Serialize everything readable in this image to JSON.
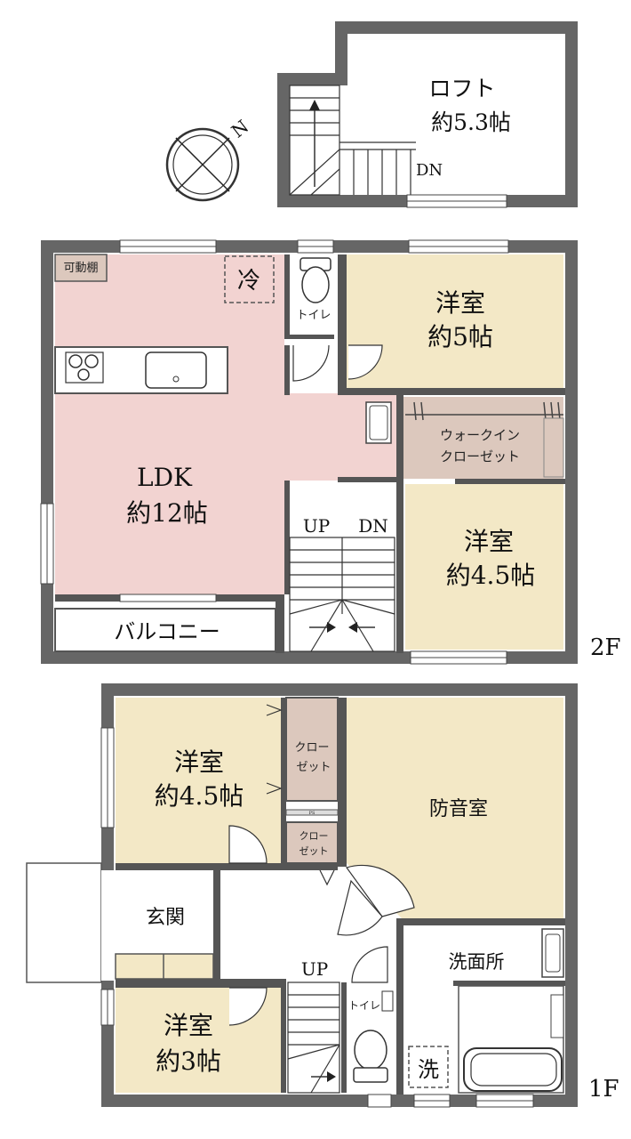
{
  "colors": {
    "wall": "#555555",
    "ldk_floor": "#f2d3d1",
    "room_floor": "#f3e8c6",
    "closet_floor": "#dcc8bd",
    "hall_floor": "#ffffff"
  },
  "compass": {
    "label": "N"
  },
  "loft": {
    "name": "ロフト",
    "area": "約5.3帖",
    "stair": "DN"
  },
  "floor2": {
    "level": "2F",
    "shelf": "可動棚",
    "fridge": "冷",
    "toilet": "トイレ",
    "bedroom_a": {
      "name": "洋室",
      "area": "約5帖"
    },
    "wic": {
      "line1": "ウォークイン",
      "line2": "クローゼット"
    },
    "ldk": {
      "name": "LDK",
      "area": "約12帖"
    },
    "bedroom_b": {
      "name": "洋室",
      "area": "約4.5帖"
    },
    "stair_up": "UP",
    "stair_dn": "DN",
    "balcony": "バルコニー"
  },
  "floor1": {
    "level": "1F",
    "bedroom_a": {
      "name": "洋室",
      "area": "約4.5帖"
    },
    "closet_a": {
      "line1": "クロー",
      "line2": "ゼット"
    },
    "ps": "PS",
    "closet_b": {
      "line1": "クロー",
      "line2": "ゼット"
    },
    "soundproof": "防音室",
    "entrance": "玄関",
    "washroom": "洗面所",
    "bath": "浴室",
    "stair_up": "UP",
    "toilet": "トイレ",
    "bedroom_b": {
      "name": "洋室",
      "area": "約3帖"
    },
    "washer": "洗"
  }
}
